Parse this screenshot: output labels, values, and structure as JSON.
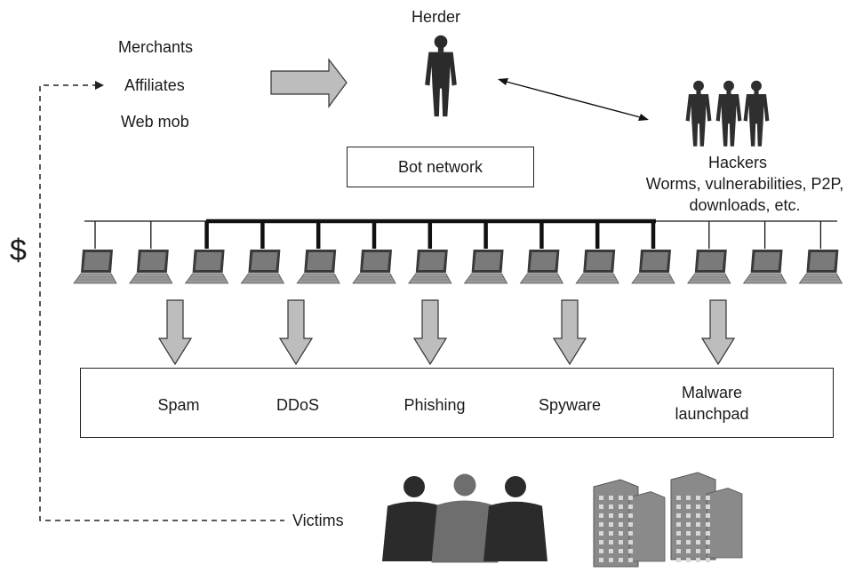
{
  "diagram": {
    "sources": [
      "Merchants",
      "Affiliates",
      "Web mob"
    ],
    "herder_label": "Herder",
    "bot_network_label": "Bot network",
    "hackers_title": "Hackers",
    "hackers_detail_1": "Worms, vulnerabilities, P2P,",
    "hackers_detail_2": "downloads, etc.",
    "money_label": "$",
    "victims_label": "Victims",
    "outputs": [
      {
        "line1": "Spam",
        "line2": ""
      },
      {
        "line1": "DDoS",
        "line2": ""
      },
      {
        "line1": "Phishing",
        "line2": ""
      },
      {
        "line1": "Spyware",
        "line2": ""
      },
      {
        "line1": "Malware",
        "line2": "launchpad"
      }
    ],
    "laptop_count": 14,
    "colors": {
      "arrow_fill": "#bdbdbd",
      "figure_dark": "#2b2b2b",
      "figure_mid": "#6e6e6e",
      "building": "#8a8a8a",
      "line": "#111111"
    }
  }
}
